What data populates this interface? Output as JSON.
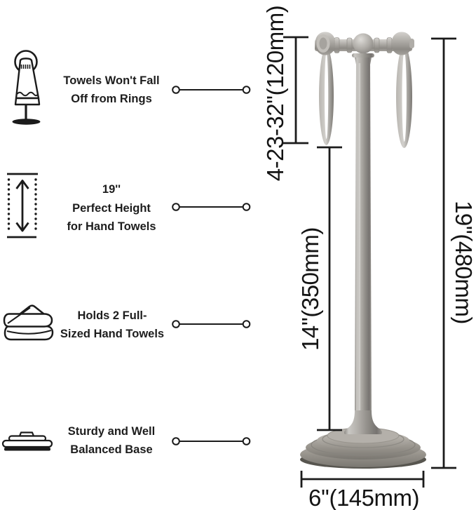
{
  "features": [
    {
      "icon": "hanging-towel-icon",
      "lines": [
        "Towels Won't Fall",
        "Off from Rings"
      ]
    },
    {
      "icon": "height-range-icon",
      "lines": [
        "19''",
        "Perfect Height",
        "for Hand Towels"
      ]
    },
    {
      "icon": "folded-towels-icon",
      "lines": [
        "Holds 2 Full-",
        "Sized Hand Towels"
      ]
    },
    {
      "icon": "sturdy-base-icon",
      "lines": [
        "Sturdy and Well",
        "Balanced Base"
      ]
    }
  ],
  "dimensions": {
    "ring_section_height": "4-23-32''(120mm)",
    "pole_section_height": "14''(350mm)",
    "overall_height": "19''(480mm)",
    "base_width": "6''(145mm)"
  },
  "colors": {
    "line": "#1b1b1b",
    "metal_light": "#cccac6",
    "metal_mid": "#a3a09b",
    "metal_dark": "#73706b"
  }
}
